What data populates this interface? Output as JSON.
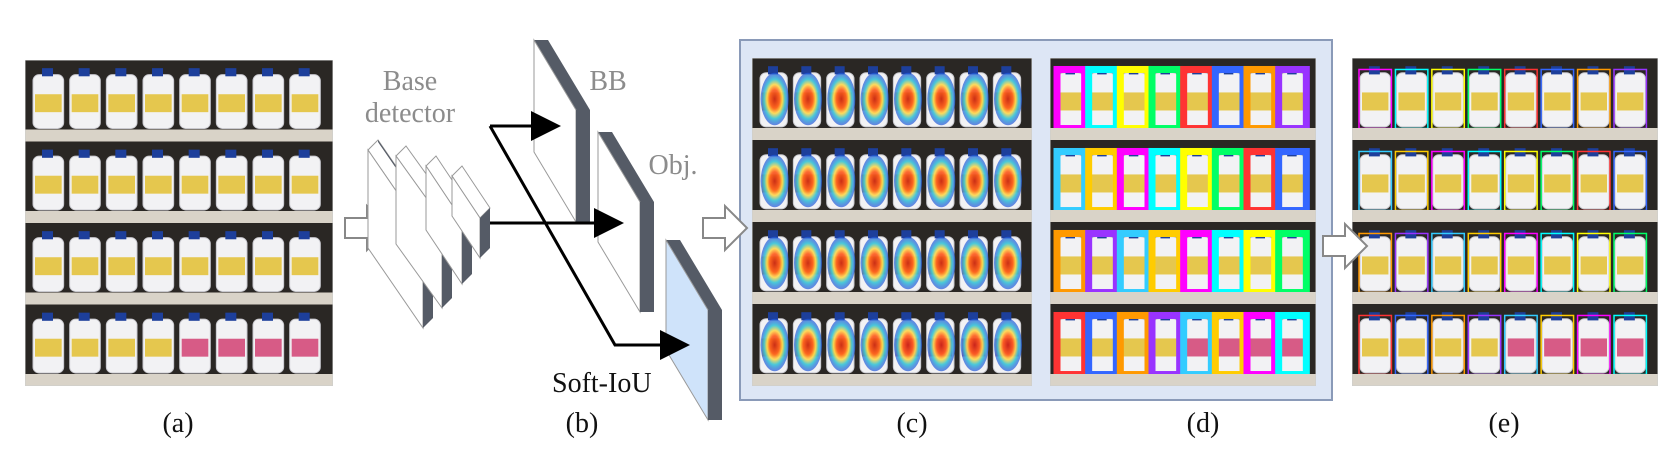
{
  "labels": {
    "base_detector_line1": "Base",
    "base_detector_line2": "detector",
    "bb": "BB",
    "obj": "Obj.",
    "soft_iou": "Soft-IoU"
  },
  "panels": [
    {
      "id": "a",
      "caption": "(a)"
    },
    {
      "id": "b",
      "caption": "(b)"
    },
    {
      "id": "c",
      "caption": "(c)"
    },
    {
      "id": "d",
      "caption": "(d)"
    },
    {
      "id": "e",
      "caption": "(e)"
    }
  ],
  "colors": {
    "panel_frame_fill": "#dde6f5",
    "panel_frame_border": "#8a9ab8",
    "layer_dark": "#555b66",
    "layer_light": "#ffffff",
    "soft_iou_plane": "#cfe3fa",
    "arrow": "#000000",
    "label_gray": "#8c8c8c",
    "shelf_bg": "#2a2724",
    "shelf_board": "#d9d3c8",
    "bottle": "#f2f2f4"
  },
  "icons": [
    "block-arrow-icon",
    "arrow-icon"
  ]
}
